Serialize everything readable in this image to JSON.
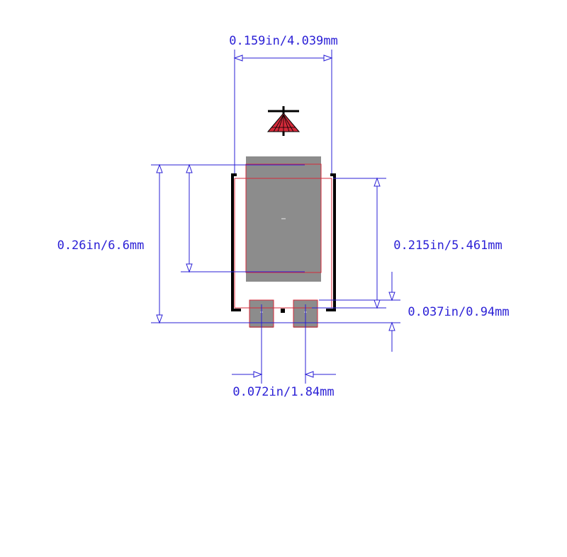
{
  "dimensions": {
    "width_top": "0.159in/4.039mm",
    "height_left": "0.26in/6.6mm",
    "height_right": "0.215in/5.461mm",
    "gap_right": "0.037in/0.94mm",
    "pitch_bottom": "0.072in/1.84mm"
  },
  "symbol": {
    "icon": "diode-symbol-icon"
  },
  "colors": {
    "dimension": "#2a1fd6",
    "pad_fill": "#8c8c8c",
    "pad_outline": "#d42a3a",
    "silkscreen": "#000000",
    "symbol": "#d42a3a"
  }
}
